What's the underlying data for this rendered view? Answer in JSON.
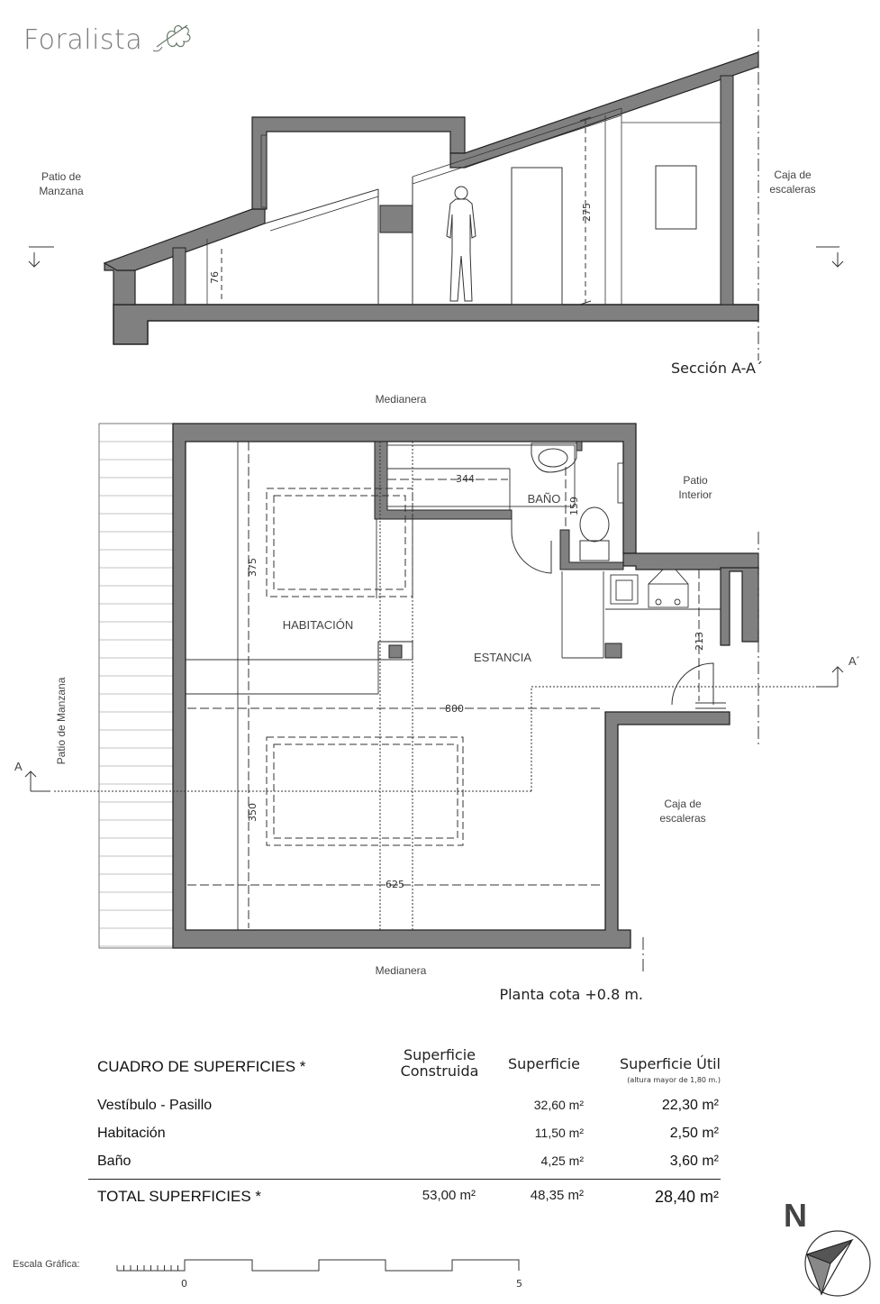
{
  "brand": {
    "name": "Foralista"
  },
  "section": {
    "title": "Sección A-A´",
    "left_label": [
      "Patio de",
      "Manzana"
    ],
    "right_label": [
      "Caja de",
      "escaleras"
    ],
    "dim_height": "275",
    "dim_low": "76"
  },
  "plan": {
    "title": "Planta cota +0.8 m.",
    "top_label": "Medianera",
    "bottom_label": "Medianera",
    "left_label": "Patio de Manzana",
    "patio_interior": [
      "Patio",
      "Interior"
    ],
    "stairs": [
      "Caja de",
      "escaleras"
    ],
    "rooms": {
      "bedroom": "HABITACIÓN",
      "living": "ESTANCIA",
      "bath": "BAÑO"
    },
    "dims": {
      "d344": "344",
      "d159": "159",
      "d375": "375",
      "d213": "213",
      "d800": "800",
      "d350": "350",
      "d625": "625"
    },
    "cut_a": "A",
    "cut_a2": "A´"
  },
  "surfaces": {
    "heading": "CUADRO DE SUPERFICIES *",
    "col_construida": [
      "Superficie",
      "Construida"
    ],
    "col_superficie": "Superficie",
    "col_util": "Superficie Útil",
    "col_util_note": "(altura mayor de 1,80 m.)",
    "rows": [
      {
        "name": "Vestíbulo - Pasillo",
        "superficie": "32,60 m²",
        "util": "22,30 m²"
      },
      {
        "name": "Habitación",
        "superficie": "11,50 m²",
        "util": "2,50 m²"
      },
      {
        "name": "Baño",
        "superficie": "4,25 m²",
        "util": "3,60 m²"
      }
    ],
    "total": {
      "name": "TOTAL SUPERFICIES *",
      "construida": "53,00 m²",
      "superficie": "48,35 m²",
      "util": "28,40 m²"
    }
  },
  "north": {
    "letter": "N"
  },
  "scale": {
    "label": "Escala Gráfica:",
    "start": "0",
    "end": "5"
  }
}
